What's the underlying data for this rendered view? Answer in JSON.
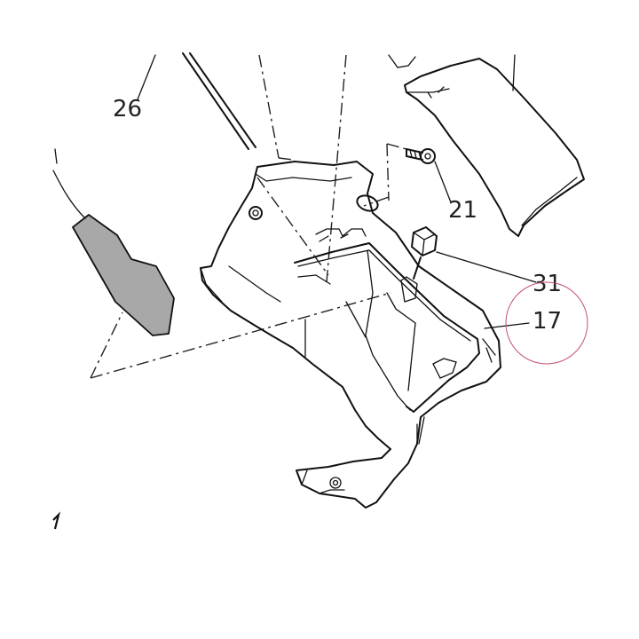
{
  "callouts": {
    "c26": "26",
    "c21": "21",
    "c31": "31",
    "c17": "17"
  },
  "colors": {
    "line": "#111111",
    "gasket_fill": "#a8a8a8",
    "highlight_circle": "#c0506a"
  },
  "highlighted_callout": "17"
}
